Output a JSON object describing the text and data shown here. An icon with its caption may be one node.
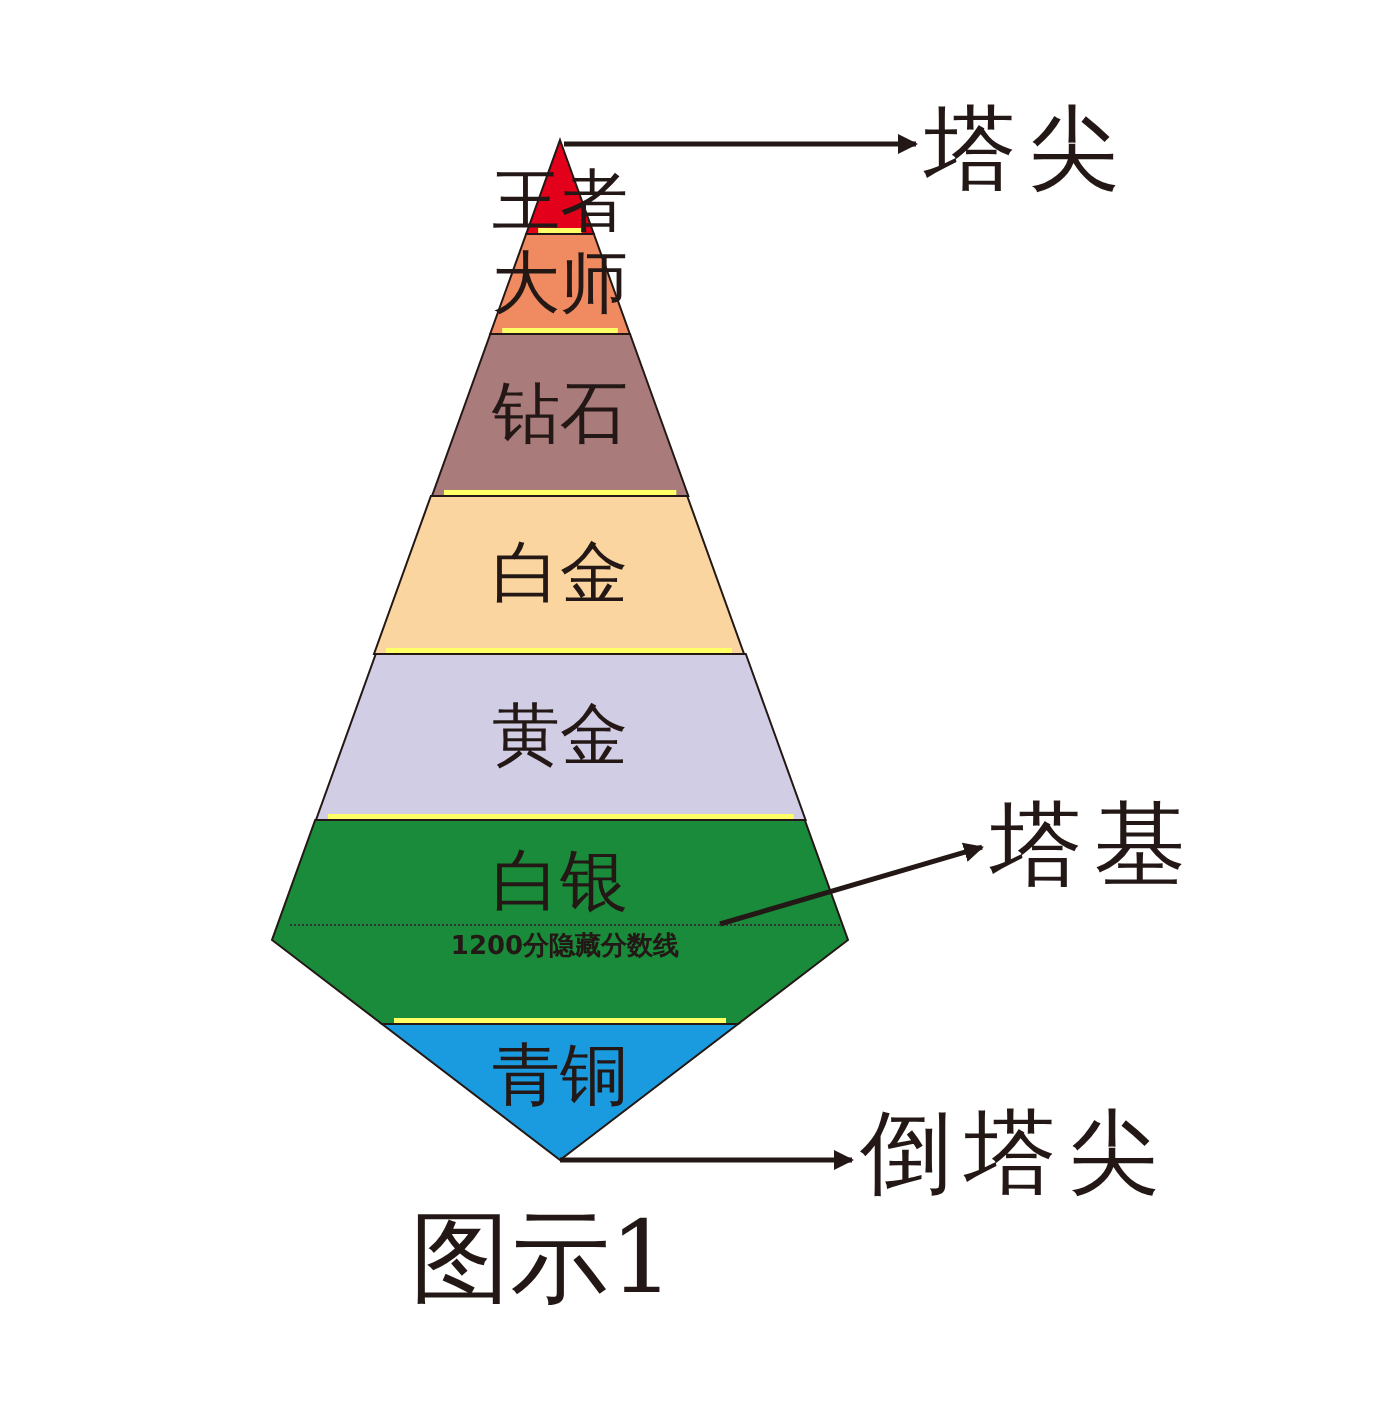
{
  "diagram": {
    "caption": "图示1",
    "nodes": [
      {
        "text": [
          "王者"
        ]
      },
      {
        "text": [
          "大师"
        ]
      },
      {
        "text": [
          "钻石"
        ]
      },
      {
        "text": [
          "白金"
        ]
      },
      {
        "text": [
          "黄金"
        ]
      },
      {
        "text": [
          "白银"
        ]
      },
      {
        "text": [
          "1200分隐藏分数线"
        ],
        "in": 5
      },
      {
        "text": [
          "青铜"
        ]
      },
      {
        "text": [
          "塔尖"
        ]
      },
      {
        "text": [
          "塔基"
        ]
      },
      {
        "text": [
          "倒塔尖"
        ]
      }
    ],
    "edges": [
      {
        "from": 0,
        "to": 8,
        "arrow": "to"
      },
      {
        "from": 6,
        "to": 9,
        "arrow": "to"
      },
      {
        "from": 7,
        "to": 10,
        "arrow": "to"
      }
    ]
  }
}
